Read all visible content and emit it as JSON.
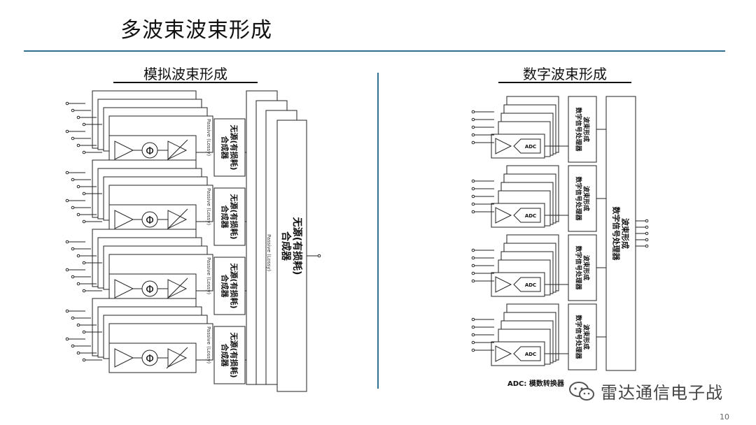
{
  "slide": {
    "title": "多波束波束形成",
    "page_number": "10"
  },
  "analog": {
    "heading": "模拟波束形成",
    "phase_symbol": "Φ",
    "sub_combiner_label": [
      "无源(有损耗)",
      "合成器"
    ],
    "main_combiner_label": [
      "无源(有损耗)",
      "合成器"
    ],
    "back_label": "Passive (Lossy)",
    "groups": 4
  },
  "digital": {
    "heading": "数字波束形成",
    "adc_label": "ADC",
    "beam_block_label": [
      "波束形成",
      "数字信号处理器"
    ],
    "main_block_label": [
      "波束形成",
      "数字信号处理器"
    ],
    "groups": 4,
    "footnote": "ADC: 模数转换器"
  },
  "brand": {
    "name": "雷达通信电子战",
    "icon": "wechat-icon"
  }
}
